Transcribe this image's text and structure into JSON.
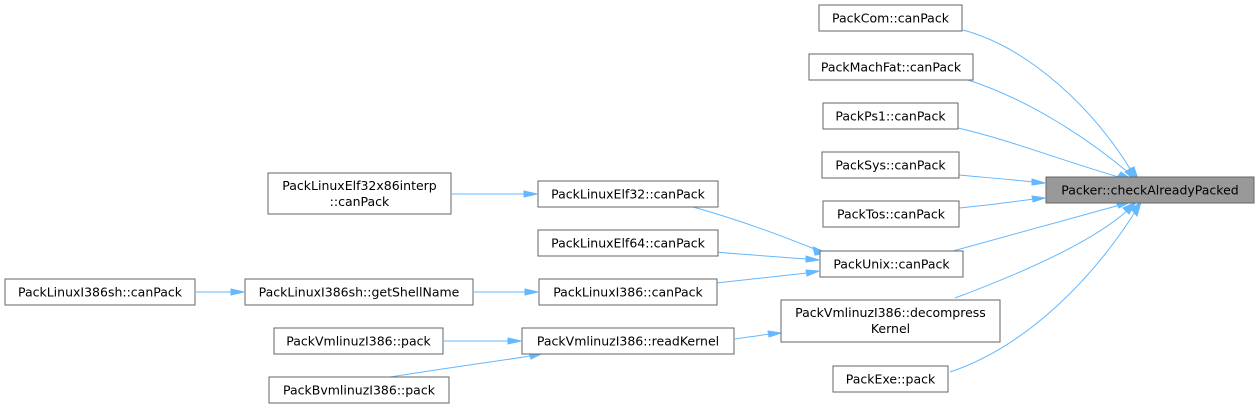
{
  "graph": {
    "target": "Packer::checkAlreadyPacked",
    "nodes": {
      "target": {
        "lines": [
          "Packer::checkAlreadyPacked"
        ]
      },
      "packcom": {
        "lines": [
          "PackCom::canPack"
        ]
      },
      "packmachfat": {
        "lines": [
          "PackMachFat::canPack"
        ]
      },
      "packps1": {
        "lines": [
          "PackPs1::canPack"
        ]
      },
      "packsys": {
        "lines": [
          "PackSys::canPack"
        ]
      },
      "packtos": {
        "lines": [
          "PackTos::canPack"
        ]
      },
      "packunix": {
        "lines": [
          "PackUnix::canPack"
        ]
      },
      "decompress": {
        "lines": [
          "PackVmlinuzI386::decompress",
          "Kernel"
        ]
      },
      "packexe": {
        "lines": [
          "PackExe::pack"
        ]
      },
      "elf32": {
        "lines": [
          "PackLinuxElf32::canPack"
        ]
      },
      "elf64": {
        "lines": [
          "PackLinuxElf64::canPack"
        ]
      },
      "i386": {
        "lines": [
          "PackLinuxI386::canPack"
        ]
      },
      "elf32interp": {
        "lines": [
          "PackLinuxElf32x86interp",
          "::canPack"
        ]
      },
      "i386sh_shell": {
        "lines": [
          "PackLinuxI386sh::getShellName"
        ]
      },
      "i386sh_canpack": {
        "lines": [
          "PackLinuxI386sh::canPack"
        ]
      },
      "readkernel": {
        "lines": [
          "PackVmlinuzI386::readKernel"
        ]
      },
      "vmlinuz_pack": {
        "lines": [
          "PackVmlinuzI386::pack"
        ]
      },
      "bvmlinuz_pack": {
        "lines": [
          "PackBvmlinuzI386::pack"
        ]
      }
    },
    "edges": [
      {
        "from": "packcom",
        "to": "target"
      },
      {
        "from": "packmachfat",
        "to": "target"
      },
      {
        "from": "packps1",
        "to": "target"
      },
      {
        "from": "packsys",
        "to": "target"
      },
      {
        "from": "packtos",
        "to": "target"
      },
      {
        "from": "packunix",
        "to": "target"
      },
      {
        "from": "decompress",
        "to": "target"
      },
      {
        "from": "packexe",
        "to": "target"
      },
      {
        "from": "elf32",
        "to": "packunix"
      },
      {
        "from": "elf64",
        "to": "packunix"
      },
      {
        "from": "i386",
        "to": "packunix"
      },
      {
        "from": "elf32interp",
        "to": "elf32"
      },
      {
        "from": "i386sh_shell",
        "to": "i386"
      },
      {
        "from": "i386sh_canpack",
        "to": "i386sh_shell"
      },
      {
        "from": "readkernel",
        "to": "decompress"
      },
      {
        "from": "vmlinuz_pack",
        "to": "readkernel"
      },
      {
        "from": "bvmlinuz_pack",
        "to": "readkernel"
      }
    ],
    "colors": {
      "edge": "#63b8ff",
      "node_border": "#666666",
      "current_fill": "#999999"
    }
  }
}
